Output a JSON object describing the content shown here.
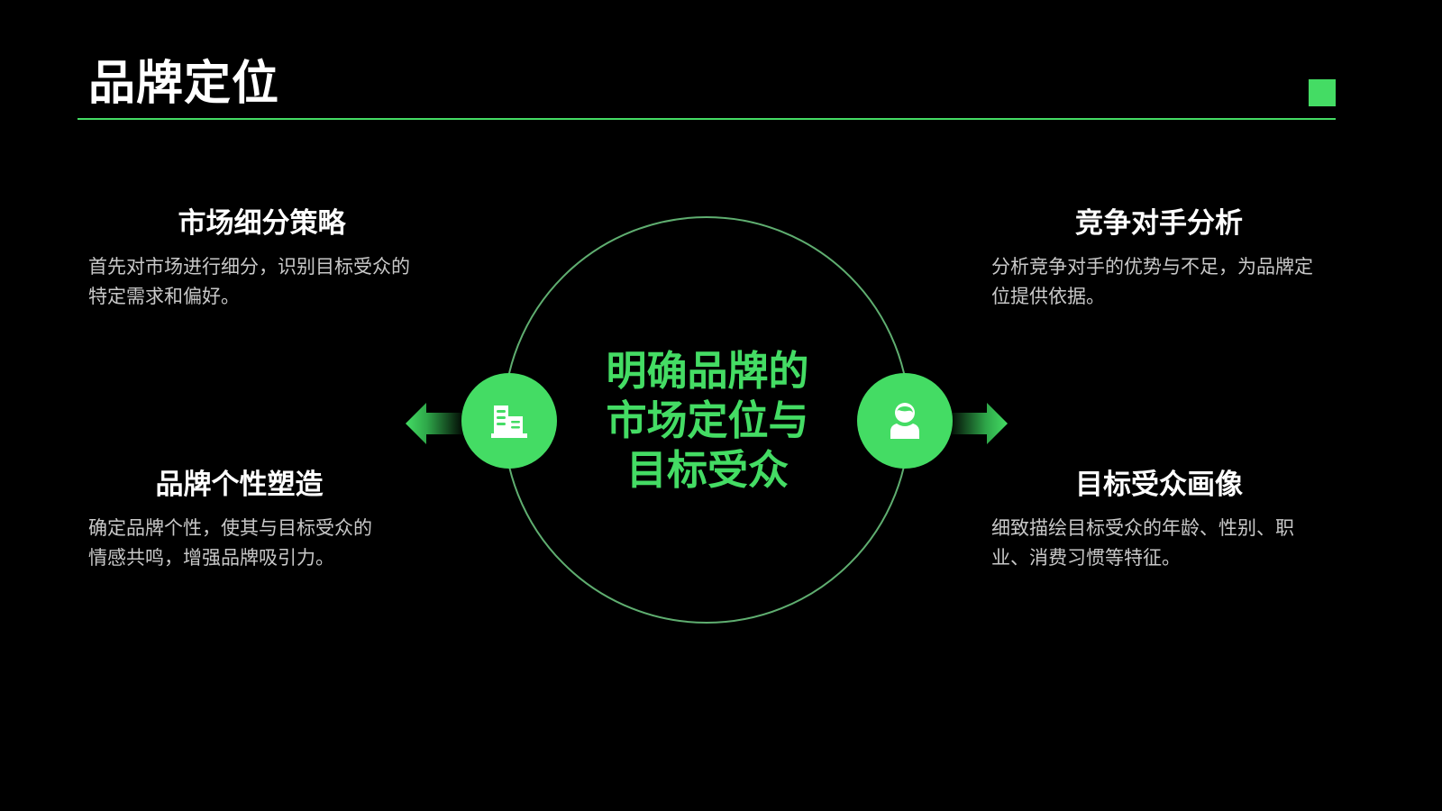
{
  "slide": {
    "title": "品牌定位",
    "accent_color": "#44dc64",
    "background_color": "#000000"
  },
  "center": {
    "lines": [
      "明确品牌的",
      "市场定位与",
      "目标受众"
    ]
  },
  "icons": {
    "left": "building-icon",
    "right": "user-icon"
  },
  "blocks": [
    {
      "heading": "市场细分策略",
      "text": "首先对市场进行细分，识别目标受众的特定需求和偏好。"
    },
    {
      "heading": "竞争对手分析",
      "text": "分析竞争对手的优势与不足，为品牌定位提供依据。"
    },
    {
      "heading": "品牌个性塑造",
      "text": "确定品牌个性，使其与目标受众的情感共鸣，增强品牌吸引力。"
    },
    {
      "heading": "目标受众画像",
      "text": "细致描绘目标受众的年龄、性别、职业、消费习惯等特征。"
    }
  ]
}
